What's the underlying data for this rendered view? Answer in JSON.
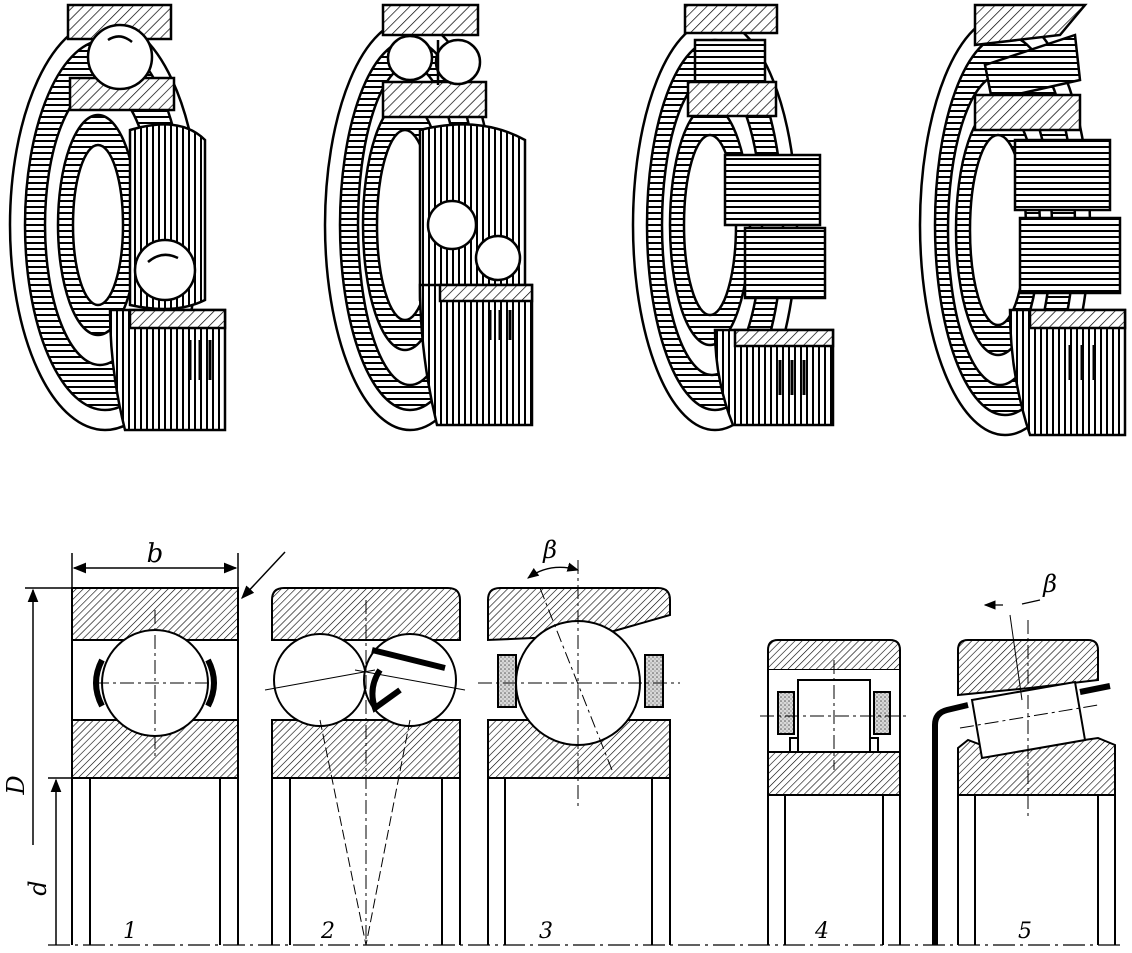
{
  "labels": {
    "width": "b",
    "outer_diameter": "D",
    "bore": "d",
    "angle": "β"
  },
  "sections": [
    {
      "number": "1",
      "type": "deep-groove-ball-bearing"
    },
    {
      "number": "2",
      "type": "self-aligning-ball-bearing"
    },
    {
      "number": "3",
      "type": "angular-contact-ball-bearing"
    },
    {
      "number": "4",
      "type": "cylindrical-roller-bearing"
    },
    {
      "number": "5",
      "type": "tapered-roller-bearing"
    }
  ],
  "colors": {
    "ink": "#000000",
    "paper": "#ffffff",
    "cage_dots": "#b5b5b5"
  }
}
